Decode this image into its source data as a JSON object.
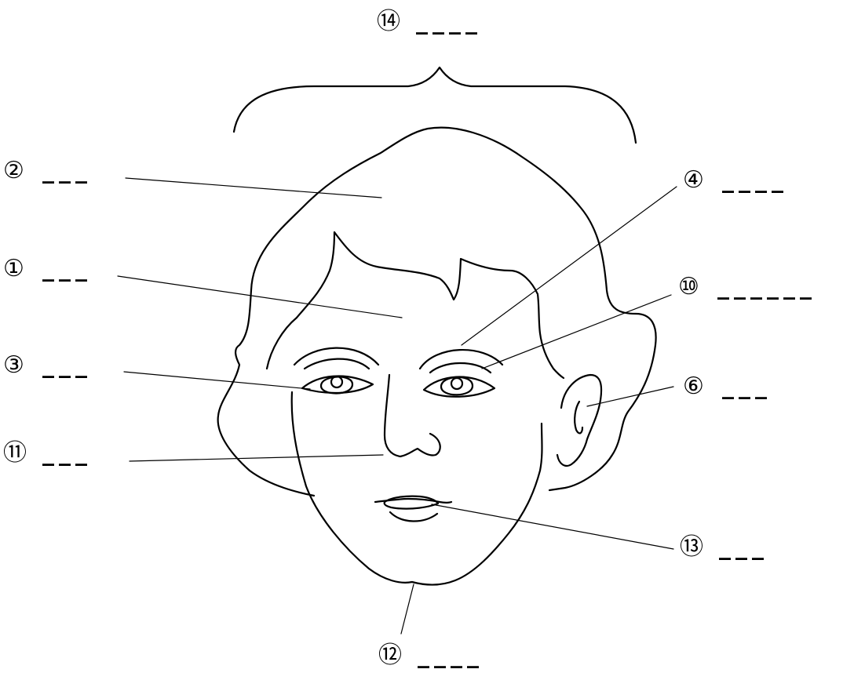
{
  "labels": {
    "l14": {
      "number": "⑭",
      "blank": "____"
    },
    "l2": {
      "number": "②",
      "blank": "___"
    },
    "l4": {
      "number": "④",
      "blank": "____"
    },
    "l1": {
      "number": "①",
      "blank": "___"
    },
    "l10": {
      "number": "⑩",
      "blank": "______"
    },
    "l3": {
      "number": "③",
      "blank": "___"
    },
    "l6": {
      "number": "⑥",
      "blank": "___"
    },
    "l11": {
      "number": "⑪",
      "blank": "___"
    },
    "l13": {
      "number": "⑬",
      "blank": "___"
    },
    "l12": {
      "number": "⑫",
      "blank": "____"
    }
  }
}
